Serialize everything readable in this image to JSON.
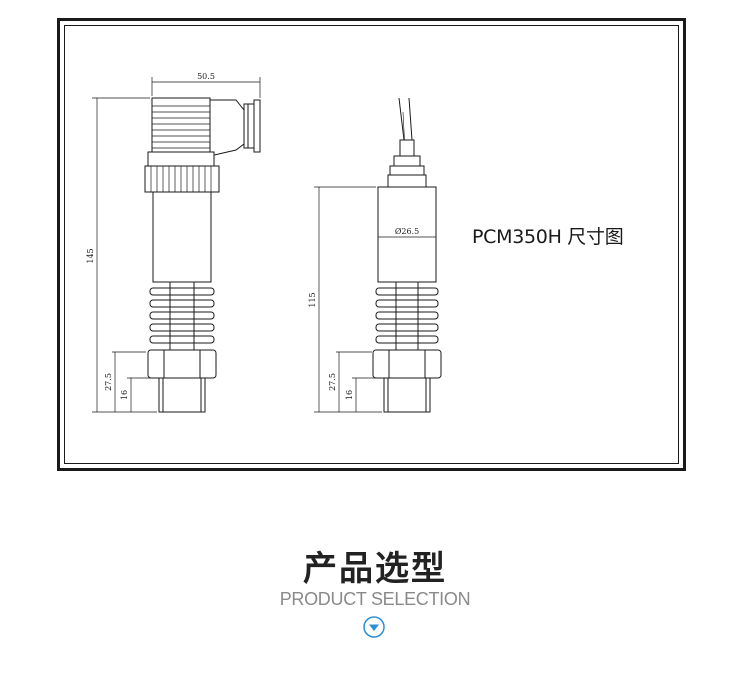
{
  "drawing": {
    "title": "PCM350H 尺寸图",
    "left_view": {
      "width_dim": "50.5",
      "height_dim": "145",
      "thread_dim": "27.5",
      "thread_len_dim": "16"
    },
    "right_view": {
      "diameter_dim": "Ø26.5",
      "height_dim": "115",
      "thread_dim": "27.5",
      "thread_len_dim": "16"
    }
  },
  "section": {
    "title": "产品选型",
    "subtitle": "PRODUCT SELECTION",
    "icon": "chevron-down-circle-icon",
    "accent_color": "#2b8fd6"
  }
}
